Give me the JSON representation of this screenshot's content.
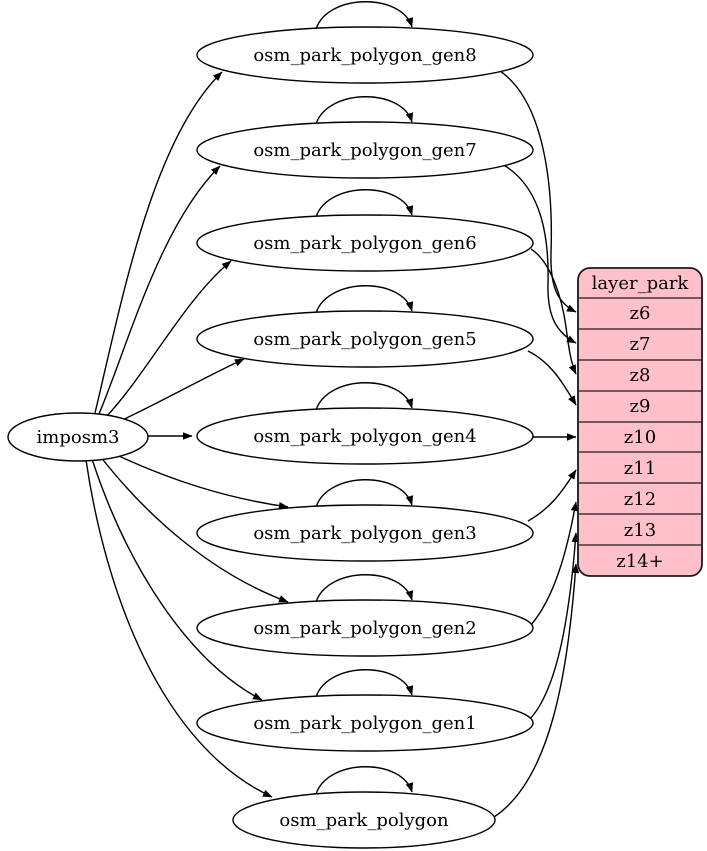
{
  "diagram": {
    "type": "etl-graph",
    "tool_node": {
      "label": "imposm3"
    },
    "source_nodes": [
      {
        "label": "osm_park_polygon_gen8",
        "input": "imposm3",
        "self_loop": true,
        "target_layer": "layer_park",
        "target_row": "z6"
      },
      {
        "label": "osm_park_polygon_gen7",
        "input": "imposm3",
        "self_loop": true,
        "target_layer": "layer_park",
        "target_row": "z7"
      },
      {
        "label": "osm_park_polygon_gen6",
        "input": "imposm3",
        "self_loop": true,
        "target_layer": "layer_park",
        "target_row": "z8"
      },
      {
        "label": "osm_park_polygon_gen5",
        "input": "imposm3",
        "self_loop": true,
        "target_layer": "layer_park",
        "target_row": "z9"
      },
      {
        "label": "osm_park_polygon_gen4",
        "input": "imposm3",
        "self_loop": true,
        "target_layer": "layer_park",
        "target_row": "z10"
      },
      {
        "label": "osm_park_polygon_gen3",
        "input": "imposm3",
        "self_loop": true,
        "target_layer": "layer_park",
        "target_row": "z11"
      },
      {
        "label": "osm_park_polygon_gen2",
        "input": "imposm3",
        "self_loop": true,
        "target_layer": "layer_park",
        "target_row": "z12"
      },
      {
        "label": "osm_park_polygon_gen1",
        "input": "imposm3",
        "self_loop": true,
        "target_layer": "layer_park",
        "target_row": "z13"
      },
      {
        "label": "osm_park_polygon",
        "input": "imposm3",
        "self_loop": true,
        "target_layer": "layer_park",
        "target_row": "z14+"
      }
    ],
    "layer_node": {
      "title": "layer_park",
      "rows": [
        "z6",
        "z7",
        "z8",
        "z9",
        "z10",
        "z11",
        "z12",
        "z13",
        "z14+"
      ],
      "fill": "#ffc0cb"
    },
    "colors": {
      "background": "#ffffff",
      "node_fill": "#ffffff",
      "layer_fill": "#ffc0cb",
      "stroke": "#000000",
      "text": "#000000"
    }
  }
}
